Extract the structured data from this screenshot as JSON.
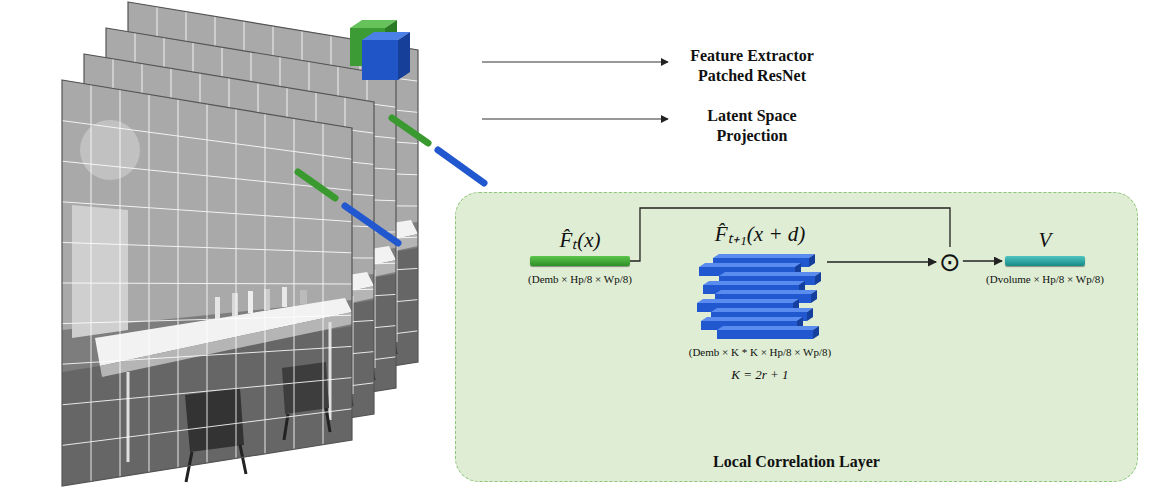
{
  "diagram": {
    "nodes": [
      {
        "text": [
          "Local Correlation Layer"
        ]
      },
      {
        "text": [
          "F̂ₜ(x)",
          "(Demb × Hp/8 × Wp/8)"
        ],
        "in": 0
      },
      {
        "text": [
          "F̂ₜ₊₁(x + d)",
          "(Demb × K * K × Hp/8 × Wp/8)",
          "K = 2r + 1"
        ],
        "in": 0
      },
      {
        "text": [
          "⊙"
        ],
        "in": 0
      },
      {
        "text": [
          "V",
          "(Dvolume × Hp/8 × Wp/8)"
        ],
        "in": 0
      }
    ],
    "edges": [
      {
        "from": 1,
        "to": 3,
        "arrow": "none"
      },
      {
        "from": 2,
        "to": 3,
        "arrow": "to"
      },
      {
        "from": 3,
        "to": 4,
        "arrow": "to"
      }
    ],
    "labels": [
      "Feature Extractor Patched ResNet",
      "Latent Space Projection"
    ]
  }
}
